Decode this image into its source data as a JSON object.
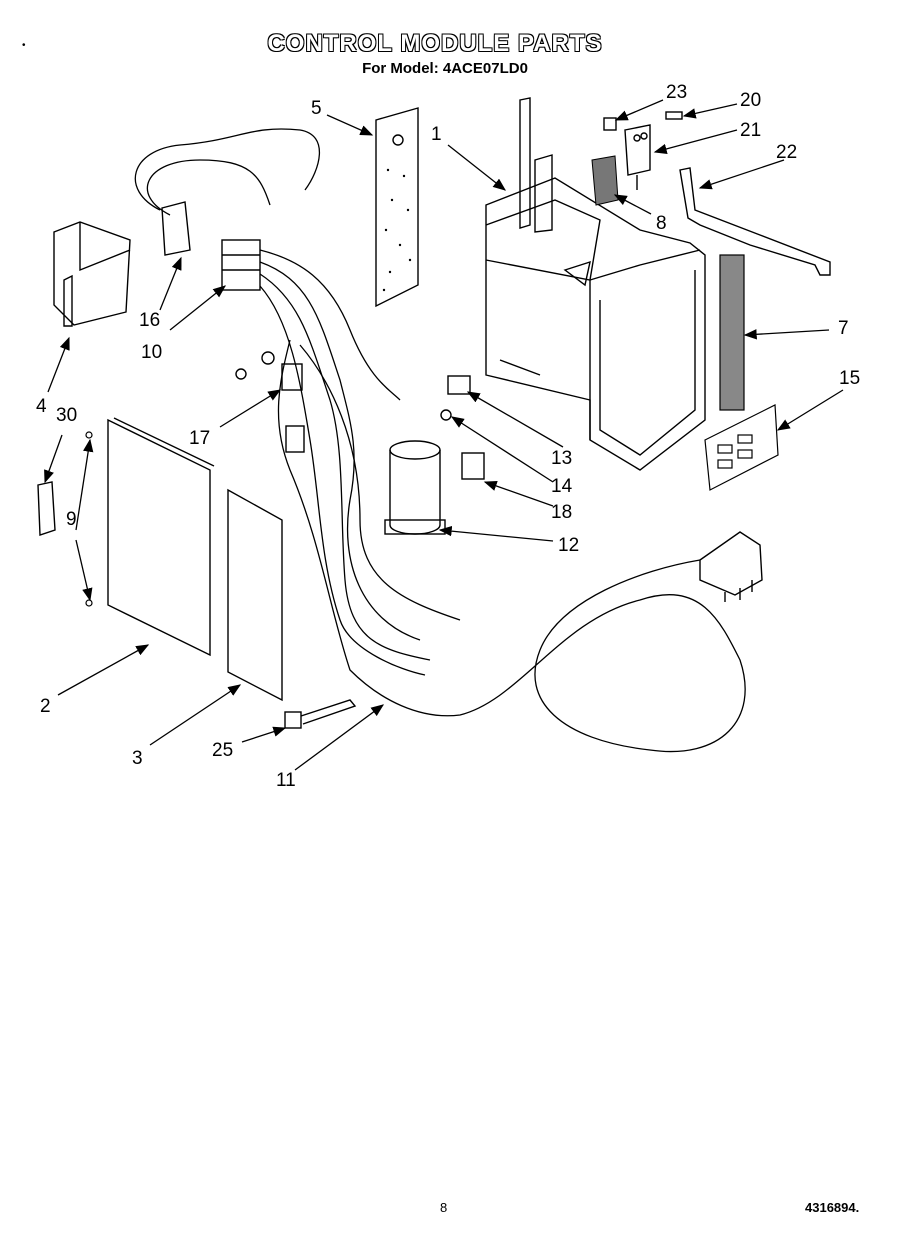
{
  "header": {
    "title": "CONTROL MODULE PARTS",
    "subtitle": "For Model: 4ACE07LD0"
  },
  "footer": {
    "page_number": "8",
    "document_number": "4316894."
  },
  "callouts": [
    "1",
    "2",
    "3",
    "4",
    "5",
    "7",
    "8",
    "9",
    "10",
    "11",
    "12",
    "13",
    "14",
    "15",
    "16",
    "17",
    "18",
    "20",
    "21",
    "22",
    "23",
    "25",
    "30"
  ]
}
